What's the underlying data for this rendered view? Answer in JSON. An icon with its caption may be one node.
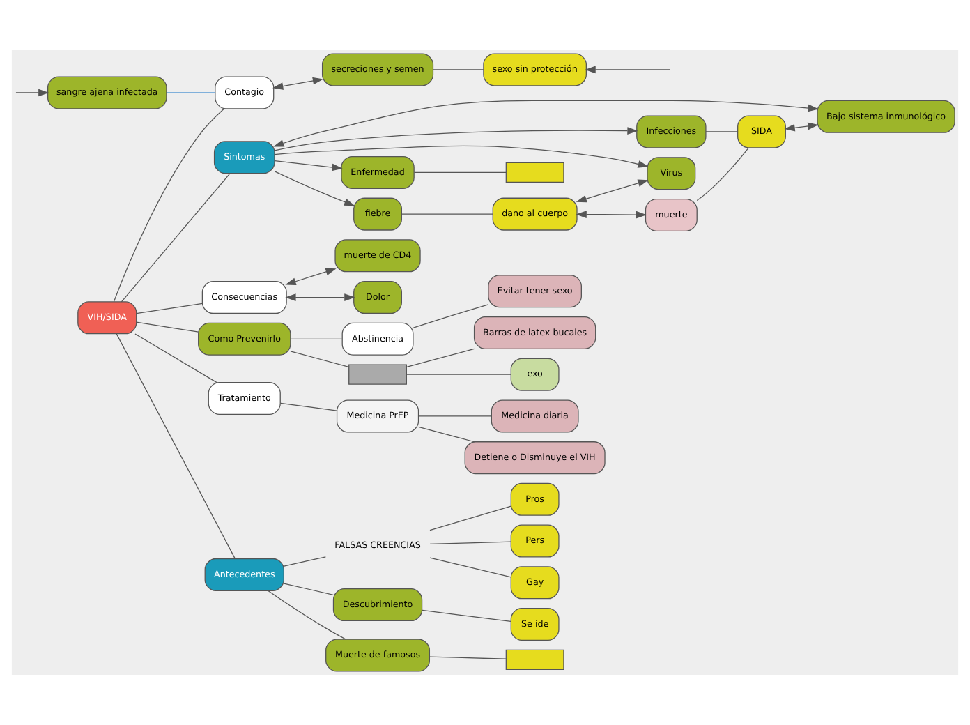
{
  "diagram": {
    "nodes": [
      {
        "text": [
          "VIH/SIDA"
        ]
      },
      {
        "text": [
          "Sintomas"
        ]
      },
      {
        "text": [
          "Enfermedad"
        ]
      },
      {
        "text": [],
        "shape": "box"
      },
      {
        "text": [
          "fiebre"
        ]
      },
      {
        "text": [
          "dano al cuerpo"
        ]
      },
      {
        "text": [
          "muerte"
        ]
      },
      {
        "text": [
          "Virus"
        ]
      },
      {
        "text": [
          "Infecciones"
        ]
      },
      {
        "text": [
          "SIDA"
        ]
      },
      {
        "text": [
          "Bajo sistema inmunológico"
        ]
      },
      {
        "text": [
          "Consecuencias"
        ]
      },
      {
        "text": [
          "Dolor"
        ]
      },
      {
        "text": [
          "muerte de CD4"
        ]
      },
      {
        "text": [
          "Contagio"
        ]
      },
      {
        "text": [
          "secreciones y semen"
        ]
      },
      {
        "text": [
          "sexo sin protección"
        ]
      },
      {
        "text": [
          "sangre ajena infectada"
        ]
      },
      {
        "text": [
          "Tratamiento"
        ]
      },
      {
        "text": [
          "Medicina PrEP"
        ]
      },
      {
        "text": [
          "Detiene o Disminuye el VIH"
        ]
      },
      {
        "text": [
          "Medicina diaria"
        ]
      },
      {
        "text": [
          "Antecedentes"
        ]
      },
      {
        "text": [
          "FALSAS CREENCIAS"
        ]
      },
      {
        "text": [
          "Pers"
        ]
      },
      {
        "text": [
          "Gay"
        ]
      },
      {
        "text": [
          "Pros"
        ]
      },
      {
        "text": [
          "Descubrimiento"
        ]
      },
      {
        "text": [
          "Se ide"
        ]
      },
      {
        "text": [
          "Muerte de famosos"
        ]
      },
      {
        "text": [],
        "shape": "box"
      },
      {
        "text": [
          "Como Prevenirlo"
        ]
      },
      {
        "text": [
          "Abstinencia"
        ]
      },
      {
        "text": [
          "Evitar tener sexo"
        ]
      },
      {
        "text": [],
        "shape": "box"
      },
      {
        "text": [
          "Barras de latex bucales"
        ]
      },
      {
        "text": [
          "exo"
        ]
      }
    ],
    "edges": [
      {
        "from": 0,
        "to": 1,
        "arrow": "none"
      },
      {
        "from": 0,
        "to": 11,
        "arrow": "none"
      },
      {
        "from": 0,
        "to": 22,
        "arrow": "none"
      },
      {
        "from": 0,
        "to": 18,
        "arrow": "none"
      },
      {
        "from": 0,
        "to": 14,
        "arrow": "none"
      },
      {
        "from": 0,
        "to": 31,
        "arrow": "none"
      },
      {
        "from": 1,
        "to": 2,
        "arrow": "to"
      },
      {
        "from": 1,
        "to": 4,
        "arrow": "to"
      },
      {
        "from": 1,
        "to": 7,
        "arrow": "to"
      },
      {
        "from": 1,
        "to": 8,
        "arrow": "to"
      },
      {
        "from": 1,
        "to": 10,
        "arrow": "both"
      },
      {
        "from": 2,
        "to": 3,
        "arrow": "none"
      },
      {
        "from": 4,
        "to": 5,
        "arrow": "none"
      },
      {
        "from": 5,
        "to": 6,
        "arrow": "both"
      },
      {
        "from": 5,
        "to": 7,
        "arrow": "both"
      },
      {
        "from": 6,
        "to": 9,
        "arrow": "none"
      },
      {
        "from": 8,
        "to": 9,
        "arrow": "none"
      },
      {
        "from": 9,
        "to": 10,
        "arrow": "both"
      },
      {
        "from": 11,
        "to": 12,
        "arrow": "both"
      },
      {
        "from": 11,
        "to": 13,
        "arrow": "both"
      },
      {
        "from": 14,
        "to": 15,
        "arrow": "both"
      },
      {
        "from": 15,
        "to": 16,
        "arrow": "none"
      },
      {
        "from": null,
        "to": 16,
        "arrow": "to"
      },
      {
        "from": null,
        "to": 17,
        "arrow": "to"
      },
      {
        "from": 17,
        "to": 14,
        "arrow": "none",
        "color": "#5b9bd5"
      },
      {
        "from": 18,
        "to": 19,
        "arrow": "none"
      },
      {
        "from": 19,
        "to": 20,
        "arrow": "none"
      },
      {
        "from": 19,
        "to": 21,
        "arrow": "none"
      },
      {
        "from": 22,
        "to": 23,
        "arrow": "none"
      },
      {
        "from": 23,
        "to": 24,
        "arrow": "none"
      },
      {
        "from": 23,
        "to": 25,
        "arrow": "none"
      },
      {
        "from": 23,
        "to": 26,
        "arrow": "none"
      },
      {
        "from": 22,
        "to": 27,
        "arrow": "none"
      },
      {
        "from": 27,
        "to": 28,
        "arrow": "none"
      },
      {
        "from": 22,
        "to": 29,
        "arrow": "none"
      },
      {
        "from": 29,
        "to": 30,
        "arrow": "none"
      },
      {
        "from": 31,
        "to": 32,
        "arrow": "none"
      },
      {
        "from": 32,
        "to": 33,
        "arrow": "none"
      },
      {
        "from": 31,
        "to": 34,
        "arrow": "none"
      },
      {
        "from": 34,
        "to": 35,
        "arrow": "none"
      },
      {
        "from": 34,
        "to": 36,
        "arrow": "none"
      }
    ]
  }
}
